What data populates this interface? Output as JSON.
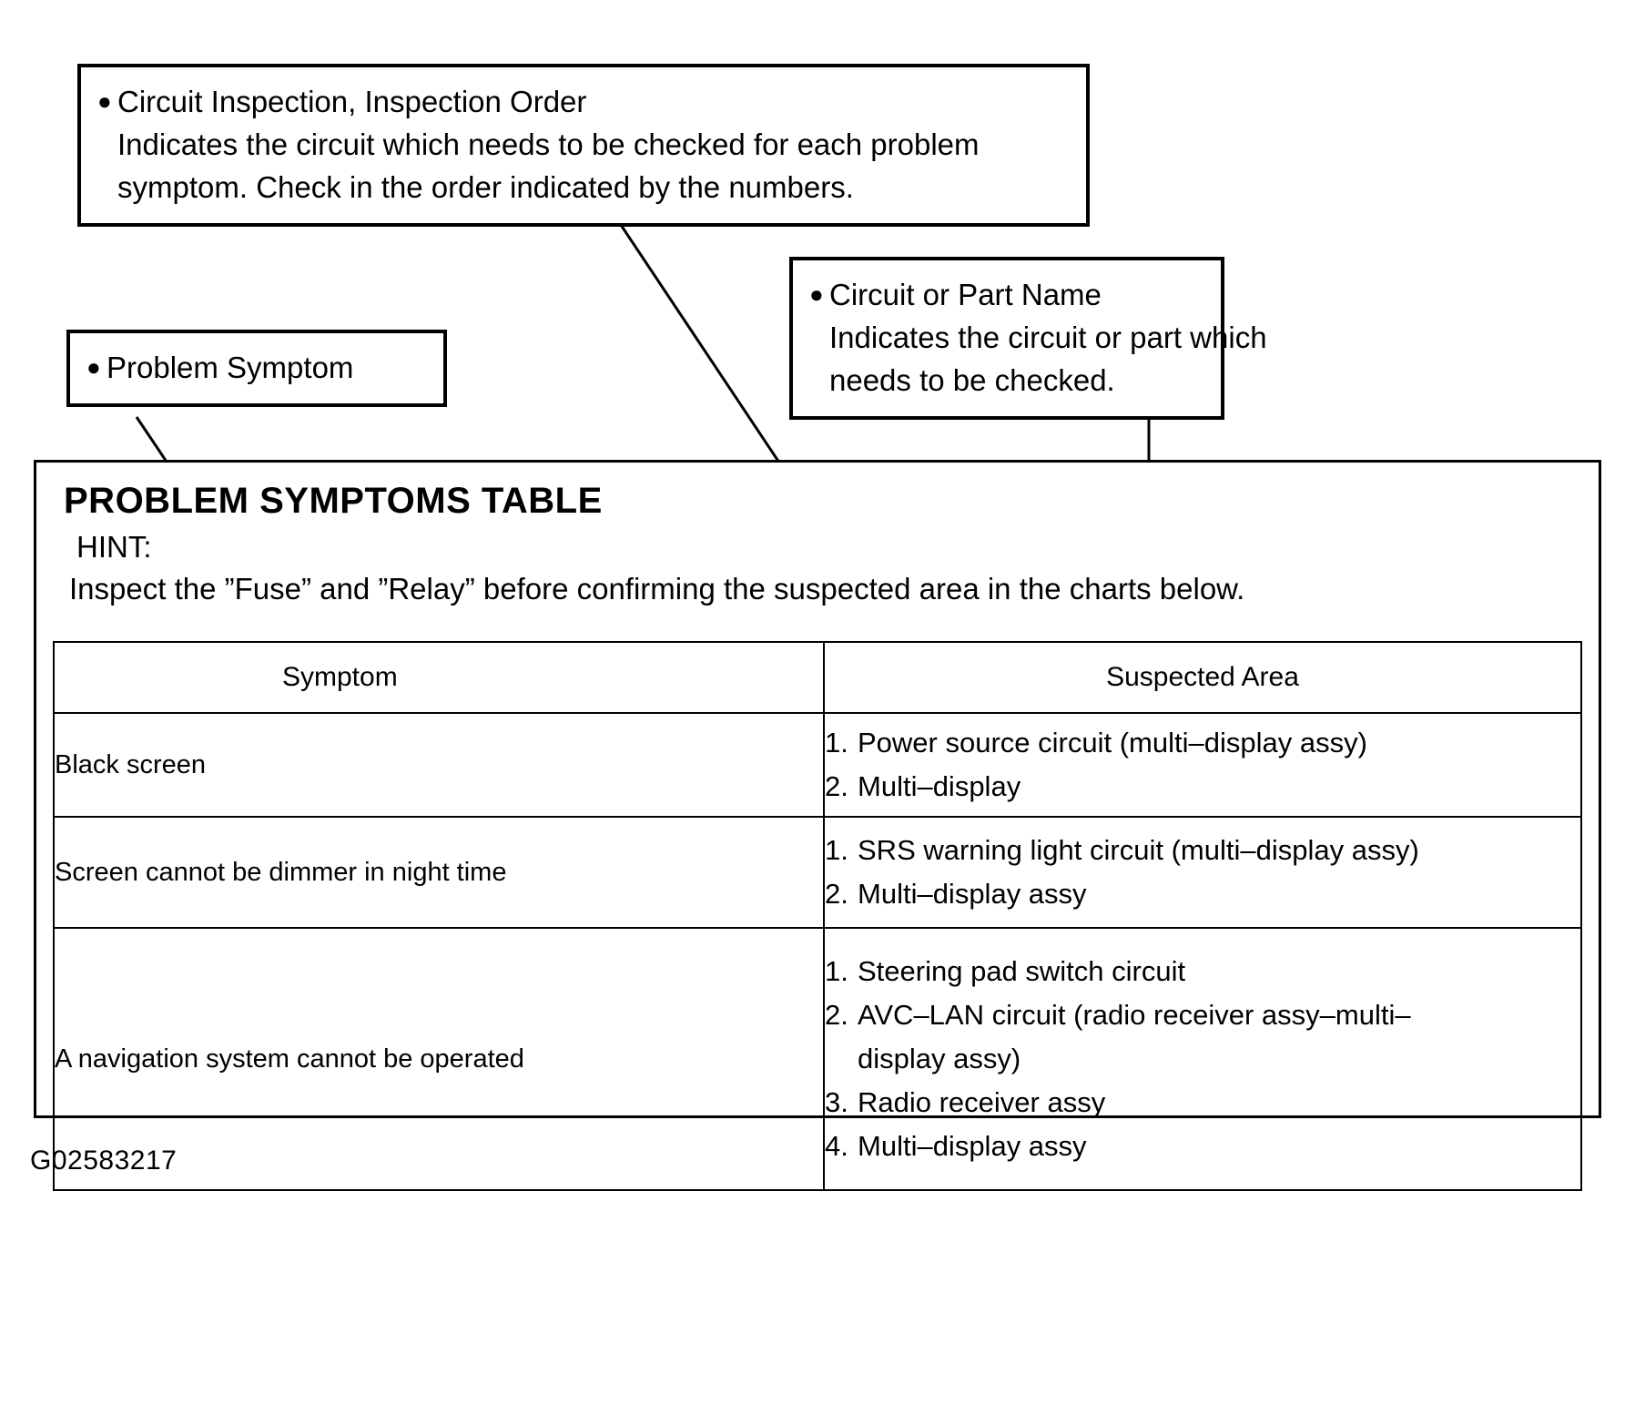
{
  "callouts": [
    {
      "id": "inspection-order",
      "heading": "Circuit Inspection, Inspection Order",
      "line2": "Indicates the circuit which needs to be checked for each problem",
      "line3": "symptom. Check in the order indicated by the numbers."
    },
    {
      "id": "part-name",
      "heading": "Circuit or Part Name",
      "line2": "Indicates the circuit or part which",
      "line3": "needs to be checked."
    },
    {
      "id": "problem-symptom",
      "heading": "Problem Symptom"
    }
  ],
  "panel": {
    "title": "PROBLEM SYMPTOMS TABLE",
    "hint_label": "HINT:",
    "hint_text": "Inspect the ”Fuse” and ”Relay” before confirming the suspected area in the charts below."
  },
  "table": {
    "headers": {
      "symptom": "Symptom",
      "suspected_area": "Suspected Area"
    },
    "rows": [
      {
        "symptom": "Black screen",
        "suspected": [
          {
            "num": "1.",
            "text": "Power source circuit (multi–display assy)"
          },
          {
            "num": "2.",
            "text": "Multi–display"
          }
        ]
      },
      {
        "symptom": "Screen cannot be dimmer in night time",
        "suspected": [
          {
            "num": "1.",
            "text": "SRS warning light circuit (multi–display assy)"
          },
          {
            "num": "2.",
            "text": "Multi–display assy"
          }
        ]
      },
      {
        "symptom": "A navigation system cannot be operated",
        "suspected": [
          {
            "num": "1.",
            "text": "Steering pad switch circuit"
          },
          {
            "num": "2.",
            "text": "AVC–LAN circuit (radio receiver assy–multi–",
            "cont": "display assy)"
          },
          {
            "num": "3.",
            "text": "Radio receiver assy"
          },
          {
            "num": "4.",
            "text": "Multi–display assy"
          }
        ]
      }
    ]
  },
  "figure_code": "G02583217",
  "colors": {
    "ink": "#000000",
    "paper": "#ffffff"
  }
}
